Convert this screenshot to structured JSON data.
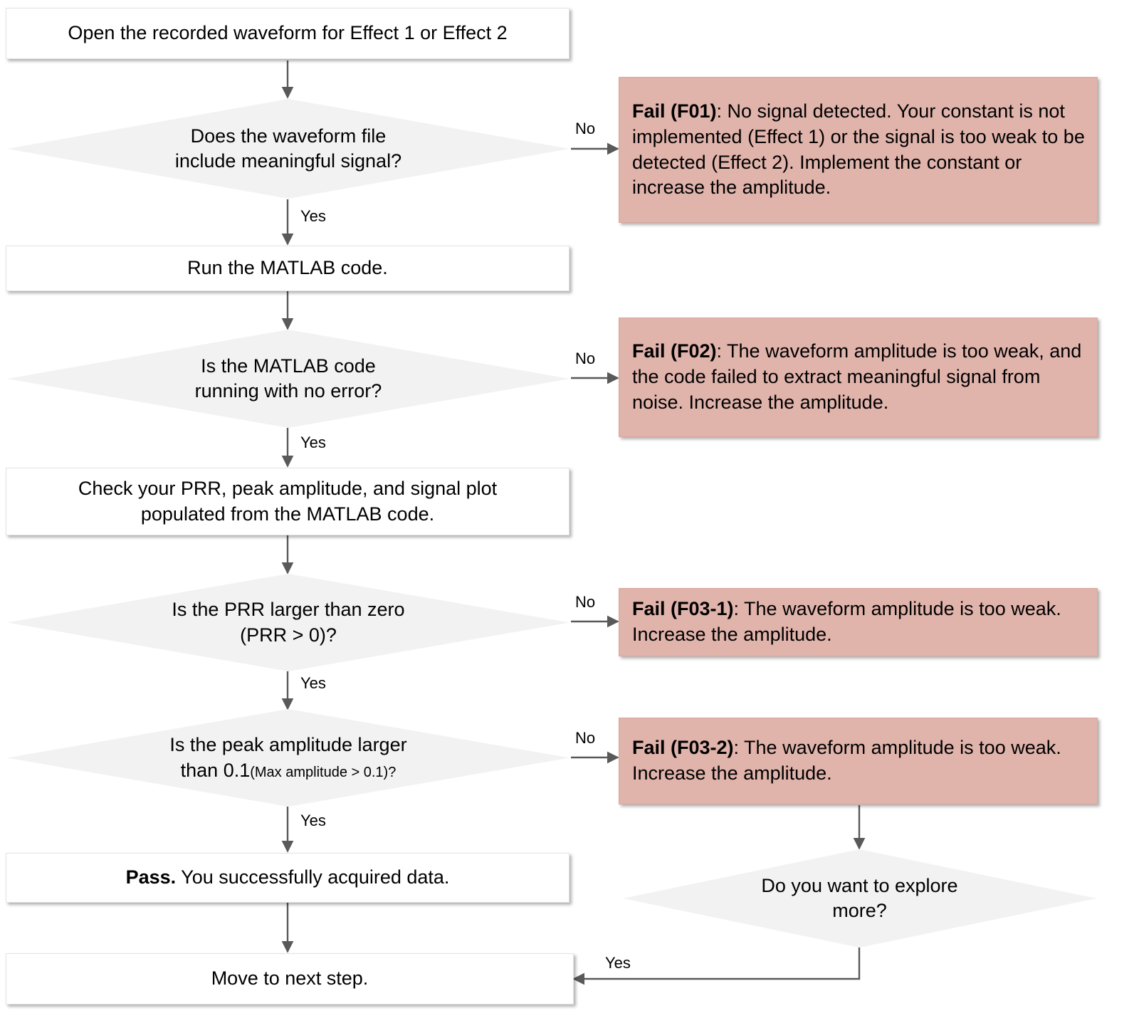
{
  "diagram": {
    "title": "Waveform data acquisition troubleshooting flowchart",
    "colors": {
      "fail_box_fill": "#e0b3ab",
      "process_box_fill": "#ffffff",
      "decision_fill": "#f2f2f2",
      "connector": "#595959",
      "text": "#000000"
    }
  },
  "nodes": {
    "start_open_waveform": {
      "type": "process",
      "text": "Open the recorded waveform for Effect 1 or Effect 2"
    },
    "decision_meaningful_signal": {
      "type": "decision",
      "line1": "Does the waveform file",
      "line2": "include meaningful signal?"
    },
    "fail_f01": {
      "type": "fail",
      "label": "Fail (F01)",
      "body": ": No signal detected. Your constant is not implemented (Effect 1) or the signal is too weak to be detected (Effect 2). Implement the constant or increase the amplitude."
    },
    "process_run_matlab": {
      "type": "process",
      "text": "Run the MATLAB code."
    },
    "decision_matlab_no_error": {
      "type": "decision",
      "line1": "Is the MATLAB code",
      "line2": "running with no error?"
    },
    "fail_f02": {
      "type": "fail",
      "label": "Fail (F02)",
      "body": ": The waveform amplitude is too weak, and the code failed to extract meaningful signal from noise. Increase the amplitude."
    },
    "process_check_prr": {
      "type": "process",
      "line1": "Check your PRR, peak amplitude, and signal plot",
      "line2": "populated from the MATLAB code."
    },
    "decision_prr_gt_zero": {
      "type": "decision",
      "line1": "Is the PRR  larger than zero",
      "line2": "(PRR > 0)?"
    },
    "fail_f03_1": {
      "type": "fail",
      "label": "Fail (F03-1)",
      "body": ": The waveform amplitude is too weak. Increase the amplitude."
    },
    "decision_peak_amplitude": {
      "type": "decision",
      "line1": "Is the peak amplitude larger",
      "line2_main": "than 0.1",
      "line2_small": "(Max amplitude > 0.1)?"
    },
    "fail_f03_2": {
      "type": "fail",
      "label": "Fail (F03-2)",
      "body": ": The waveform amplitude is too weak. Increase the amplitude."
    },
    "process_pass": {
      "type": "process",
      "label": "Pass.",
      "body": " You successfully acquired data."
    },
    "decision_explore_more": {
      "type": "decision",
      "line1": "Do you want to explore",
      "line2": "more?"
    },
    "process_move_next": {
      "type": "process",
      "text": "Move to next step."
    }
  },
  "edge_labels": {
    "yes_1": "Yes",
    "no_1": "No",
    "yes_2": "Yes",
    "no_2": "No",
    "yes_3": "Yes",
    "no_3": "No",
    "yes_4": "Yes",
    "no_4": "No",
    "yes_5": "Yes",
    "yes_explore": "Yes"
  }
}
